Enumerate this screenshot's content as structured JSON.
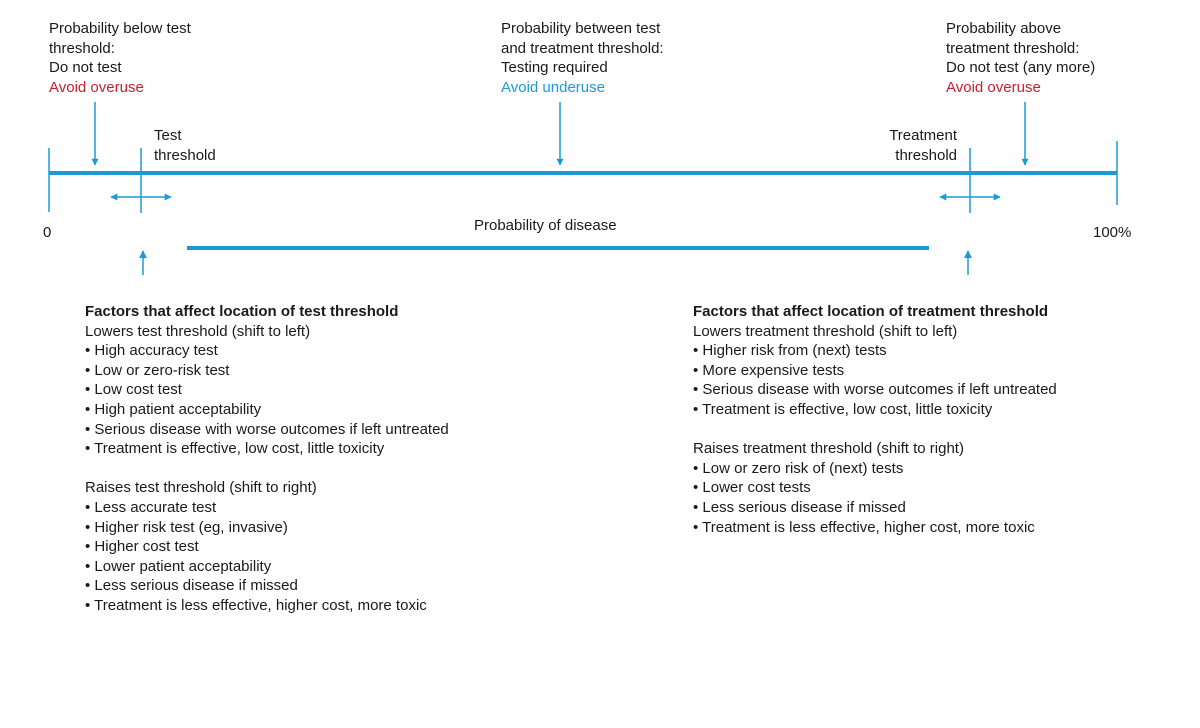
{
  "zones": {
    "left": {
      "lines": [
        "Probability below test",
        "threshold:",
        "Do not test"
      ],
      "flag": "Avoid overuse"
    },
    "middle": {
      "lines": [
        "Probability between test",
        "and treatment threshold:",
        "Testing required"
      ],
      "flag": "Avoid underuse"
    },
    "right": {
      "lines": [
        "Probability above",
        "treatment threshold:",
        "Do not test (any more)"
      ],
      "flag": "Avoid overuse"
    }
  },
  "thresholds": {
    "test": [
      "Test",
      "threshold"
    ],
    "treatment": [
      "Treatment",
      "threshold"
    ]
  },
  "axis": {
    "start": "0",
    "end": "100%",
    "label": "Probability of disease"
  },
  "test_factors": {
    "title": "Factors that affect location of test threshold",
    "lowers_title": "Lowers test threshold (shift to left)",
    "lowers": [
      "• High accuracy test",
      "• Low or zero-risk test",
      "• Low cost test",
      "• High patient acceptability",
      "• Serious disease with worse outcomes if left untreated",
      "• Treatment is effective, low cost, little toxicity"
    ],
    "raises_title": "Raises test threshold (shift to right)",
    "raises": [
      "• Less accurate test",
      "• Higher risk test (eg, invasive)",
      "• Higher cost test",
      "• Lower patient acceptability",
      "• Less serious disease if missed",
      "• Treatment is less effective, higher cost, more toxic"
    ]
  },
  "treatment_factors": {
    "title": "Factors that affect location of treatment threshold",
    "lowers_title": "Lowers treatment threshold (shift to left)",
    "lowers": [
      "• Higher risk from (next) tests",
      "• More expensive tests",
      "• Serious disease with worse outcomes if left untreated",
      "• Treatment is effective, low cost, little toxicity"
    ],
    "raises_title": "Raises treatment threshold (shift to right)",
    "raises": [
      "• Low or zero risk of (next) tests",
      "• Lower cost tests",
      "• Less serious disease if missed",
      "• Treatment is less effective, higher cost, more toxic"
    ]
  },
  "colors": {
    "accent": "#1a9ad7",
    "warning": "#c8202f",
    "text": "#1a1a1a"
  }
}
